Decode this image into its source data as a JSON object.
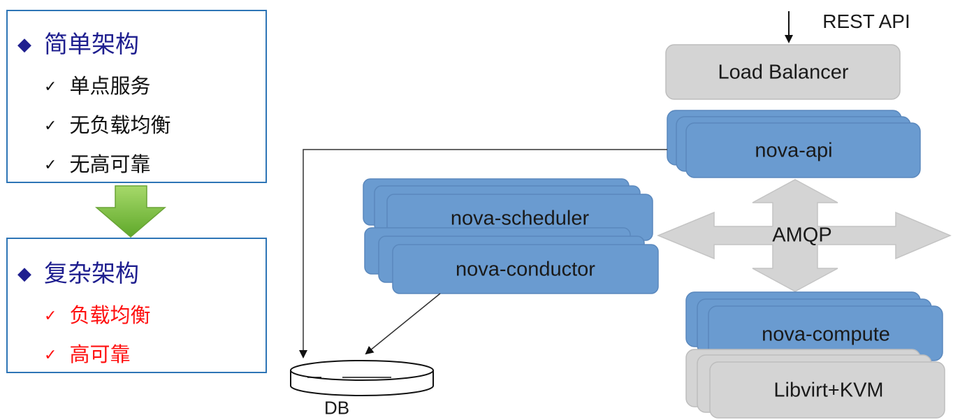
{
  "simple_panel": {
    "title": "简单架构",
    "items": [
      "单点服务",
      "无负载均衡",
      "无高可靠"
    ]
  },
  "complex_panel": {
    "title": "复杂架构",
    "items": [
      "负载均衡",
      "高可靠"
    ]
  },
  "diagram": {
    "rest_api": "REST API",
    "load_balancer": "Load Balancer",
    "nova_api": "nova-api",
    "amqp": "AMQP",
    "nova_scheduler": "nova-scheduler",
    "nova_conductor": "nova-conductor",
    "nova_compute": "nova-compute",
    "libvirt_kvm": "Libvirt+KVM",
    "db": "DB"
  },
  "colors": {
    "panel_border": "#2e75b6",
    "heading_text": "#1f1f8f",
    "highlight_text": "#ff1010",
    "service_box": "#6a9bd0",
    "gray_box": "#d4d4d4",
    "arrow_green": "#7ac142"
  },
  "icons": {
    "bullet": "diamond-icon",
    "item_marker": "checkmark-icon",
    "transition": "down-arrow-icon"
  }
}
